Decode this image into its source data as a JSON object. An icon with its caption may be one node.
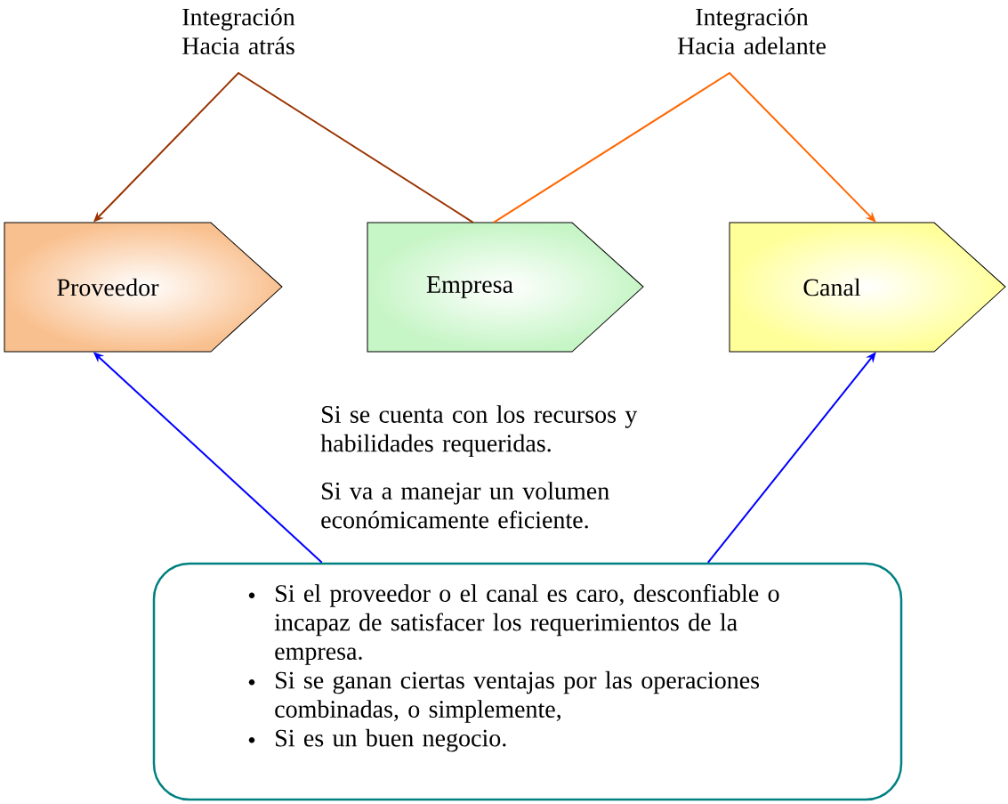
{
  "diagram": {
    "nodes": [
      {
        "text": [
          "Proveedor"
        ]
      },
      {
        "text": [
          "Empresa"
        ]
      },
      {
        "text": [
          "Canal"
        ]
      },
      {
        "text": [
          "Si el proveedor o el canal es caro, desconfiable o incapaz de satisfacer los requerimientos de la empresa.",
          "Si se ganan ciertas ventajas por las operaciones combinadas, o simplemente,",
          "Si es un buen negocio."
        ]
      }
    ],
    "edges": [
      {
        "from": 1,
        "to": 0,
        "arrow": "to",
        "label": "Integración Hacia atrás",
        "color": "#993300"
      },
      {
        "from": 1,
        "to": 2,
        "arrow": "to",
        "label": "Integración Hacia adelante",
        "color": "#ff6600"
      },
      {
        "from": 3,
        "to": 0,
        "arrow": "to",
        "color": "#0000ff"
      },
      {
        "from": 3,
        "to": 2,
        "arrow": "to",
        "color": "#0000ff"
      }
    ],
    "labels": [
      "Si se cuenta con los recursos y habilidades requeridas.",
      "Si va a manejar un volumen económicamente eficiente."
    ]
  }
}
